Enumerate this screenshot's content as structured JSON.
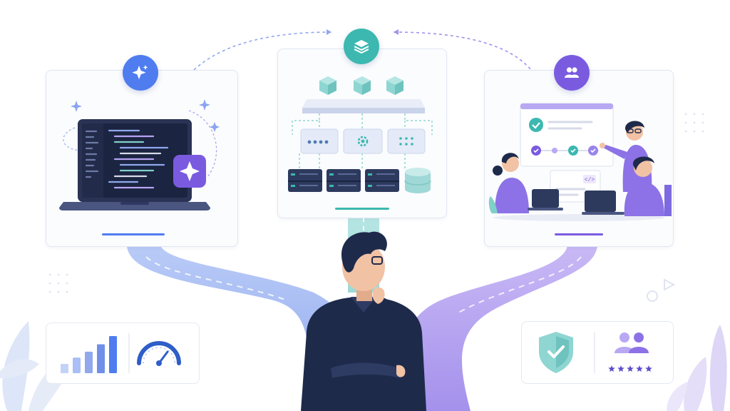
{
  "scene": {
    "description_colors": {
      "ai_accent": "#4f7df0",
      "infra_accent": "#3cb8b0",
      "team_accent": "#7a5be0",
      "path_left": "#a9bff5",
      "path_right": "#b9a8f2",
      "person_shirt": "#1e2a4a"
    }
  },
  "cards": {
    "left": {
      "icon": "sparkle-icon"
    },
    "center": {
      "icon": "layers-icon"
    },
    "right": {
      "icon": "users-icon"
    }
  },
  "bottom_left": {
    "icons": [
      "bar-chart-icon",
      "speedometer-icon"
    ],
    "bars": [
      0.25,
      0.42,
      0.58,
      0.78,
      1.0
    ]
  },
  "bottom_right": {
    "icons": [
      "shield-check-icon",
      "people-icon"
    ],
    "rating": 5,
    "rating_max": 5
  },
  "code_tag": "</>"
}
